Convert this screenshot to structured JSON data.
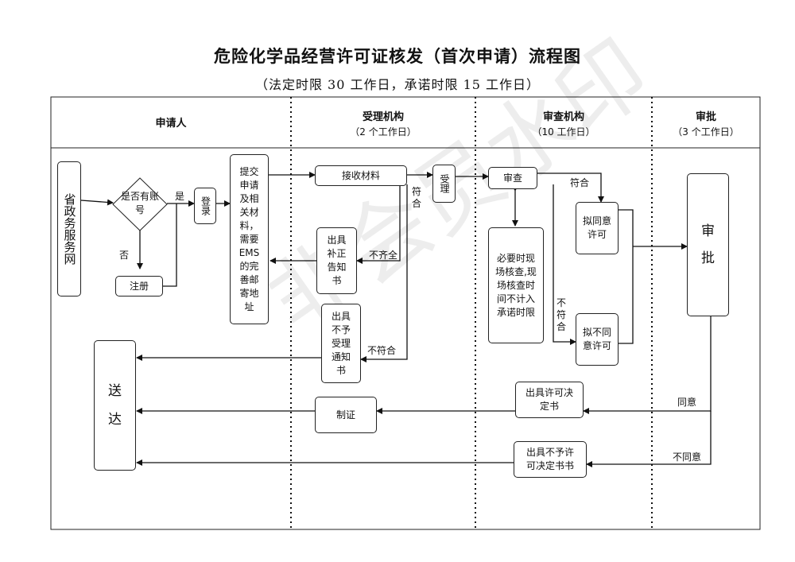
{
  "title": "危险化学品经营许可证核发（首次申请）流程图",
  "subtitle": "（法定时限 30 工作日，承诺时限 15 工作日）",
  "lanes": [
    {
      "name": "申请人",
      "note": ""
    },
    {
      "name": "受理机构",
      "note": "（2 个工作日）"
    },
    {
      "name": "审查机构",
      "note": "（10 工作日）"
    },
    {
      "name": "审批",
      "note": "（3 个工作日）"
    }
  ],
  "nodes": {
    "portal": "省政务服务网",
    "has_account": "是否有账号",
    "register": "注册",
    "login": "登录",
    "submit": "提交申请及相关材料，需要EMS的完善邮寄地址",
    "receive": "接收材料",
    "supplement": "出具补正告知书",
    "reject_notice": "出具不予受理通知书",
    "accept": "受理",
    "review": "审查",
    "site_check": "必要时现场核查,现场核查时间不计入承诺时限",
    "propose_approve": "拟同意许可",
    "propose_reject": "拟不同意许可",
    "approve": "审 批",
    "deliver": "送 达",
    "make_cert": "制证",
    "permit_decision": "出具许可决定书",
    "deny_decision": "出具不予许可决定书书"
  },
  "labels": {
    "yes": "是",
    "no": "否",
    "incomplete": "不齐全",
    "not_conform_1": "不符合",
    "conform_1": "符合",
    "conform_2": "符合",
    "not_conform_2": "不符合",
    "agree": "同意",
    "disagree": "不同意"
  },
  "watermark": "非会员水印"
}
